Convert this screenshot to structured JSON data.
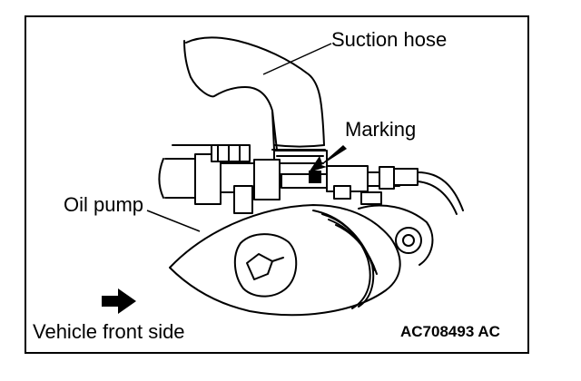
{
  "labels": {
    "suction_hose": "Suction hose",
    "marking": "Marking",
    "oil_pump": "Oil pump",
    "vehicle_front_side": "Vehicle front side",
    "figure_code": "AC708493 AC"
  },
  "colors": {
    "ink": "#000000",
    "paper": "#ffffff"
  },
  "icons": {
    "front_direction": "right-arrow-icon",
    "marking_pointer": "pointer-arrow-icon"
  }
}
